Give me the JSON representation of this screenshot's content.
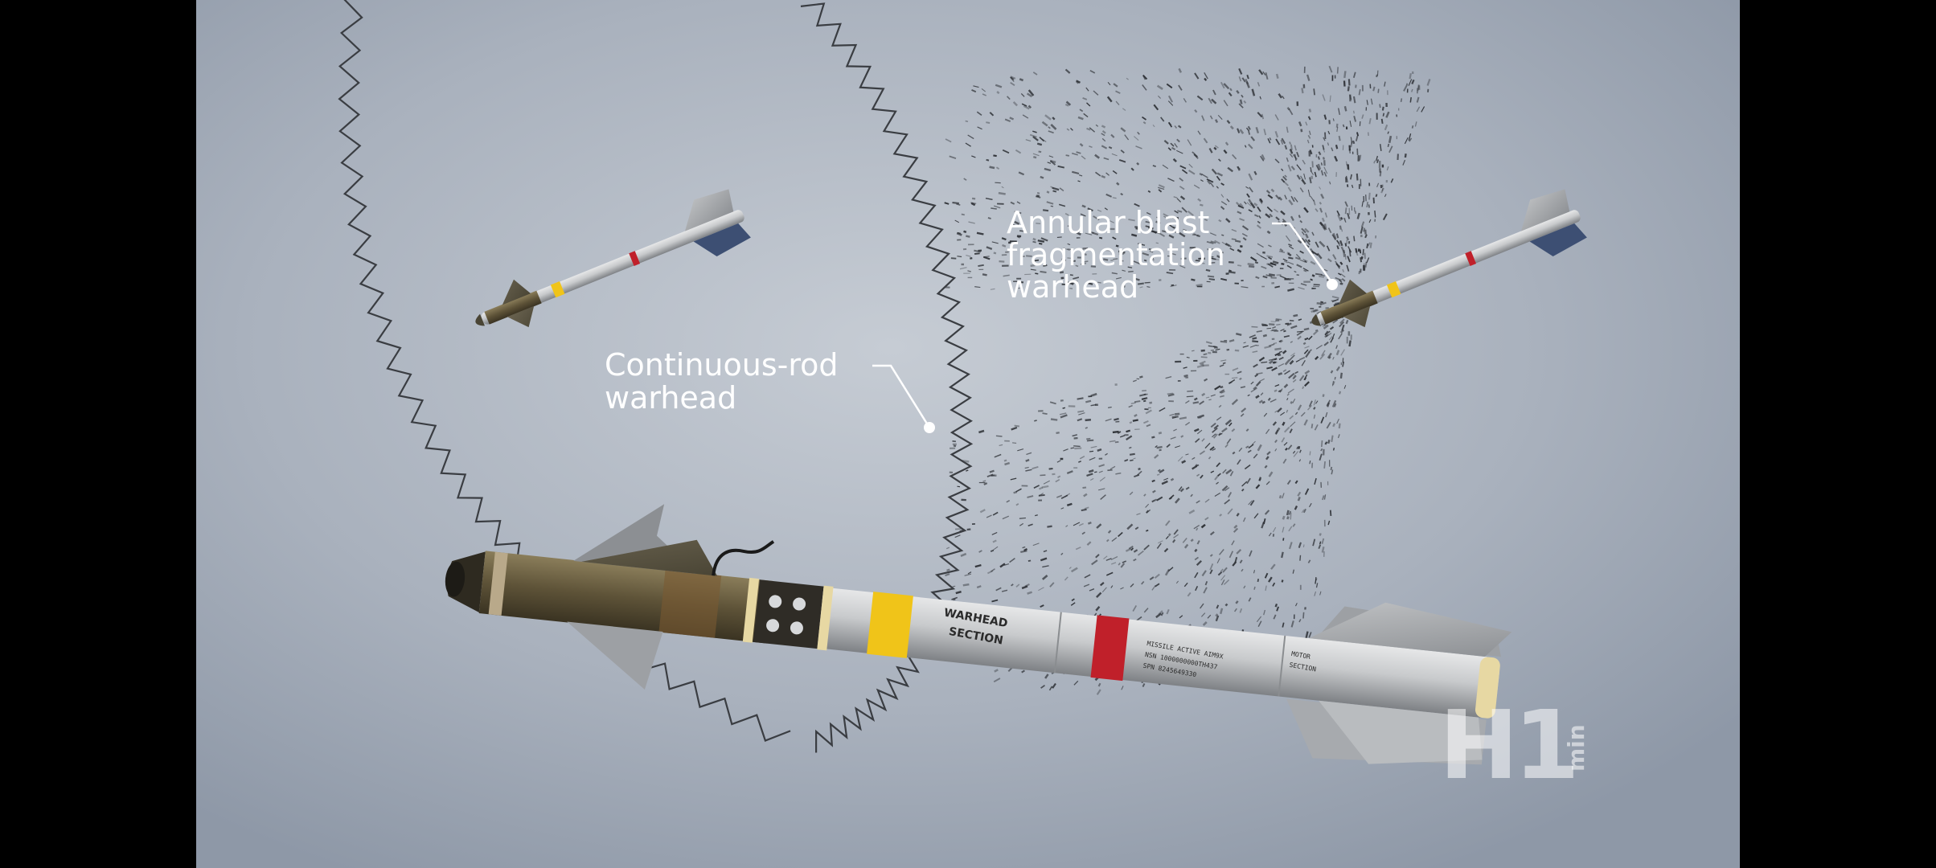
{
  "callouts": {
    "continuous_rod": [
      "Continuous-rod",
      "warhead"
    ],
    "annular_blast": [
      "Annular blast",
      "fragmentation",
      "warhead"
    ]
  },
  "missile": {
    "section_label": [
      "WARHEAD",
      "SECTION"
    ],
    "stencil_lines": [
      "MISSILE ACTIVE AIM9X",
      "NSN 1000000000TH437",
      "SPN 8245649330"
    ],
    "motor_label": [
      "MOTOR",
      "SECTION"
    ]
  },
  "logo": {
    "mark": "H1",
    "sub": "min"
  },
  "colors": {
    "background_center": "#c2c8d1",
    "background_edge": "#8f99a9",
    "letterbox": "#000000",
    "missile_body": "#c9cbcd",
    "seeker": "#5e5338",
    "band_yellow": "#f0c419",
    "band_red": "#c0202a"
  }
}
